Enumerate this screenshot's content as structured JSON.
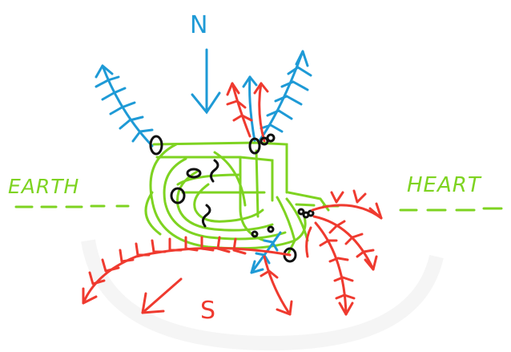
{
  "labels": {
    "north": "N",
    "south": "S",
    "left": "EARTH",
    "right": "HEART"
  },
  "colors": {
    "blue": "#1e9ad6",
    "red": "#ef3a2f",
    "green": "#7ed321",
    "black": "#111111",
    "paper_shadow": "#e9e9e9"
  }
}
